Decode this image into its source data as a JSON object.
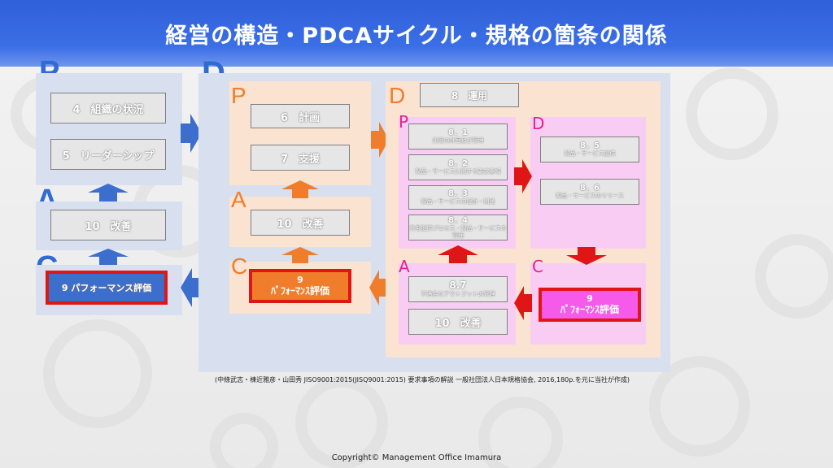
{
  "title": "経営の構造・PDCAサイクル・規格の箇条の関係",
  "left": {
    "p_letter": "P",
    "a_letter": "A",
    "c_letter": "C",
    "p_items": [
      "4　組織の状況",
      "5　リーダーシップ"
    ],
    "a_item": "10　改善",
    "c_item": "9 パフォーマンス評価"
  },
  "middle": {
    "d_letter": "D",
    "p_letter": "P",
    "a_letter": "A",
    "c_letter": "C",
    "p_items": [
      "6　計画",
      "7　支援"
    ],
    "a_item": "10　改善",
    "c_num": "9",
    "c_text": "ﾊﾟﾌｫｰﾏﾝｽ評価"
  },
  "right": {
    "d_letter": "D",
    "header": "8　運用",
    "p_letter": "P",
    "d_letter2": "D",
    "a_letter": "A",
    "c_letter": "C",
    "p_items": [
      {
        "num": "8．1",
        "text": "運用の計画及び管理"
      },
      {
        "num": "8．2",
        "text": "製品・サービスに関する要求事項"
      },
      {
        "num": "8．3",
        "text": "製品・サービスの設計・開発"
      },
      {
        "num": "8．4",
        "text": "外部提供プロセス・製品・サービスの管理"
      }
    ],
    "d_items": [
      {
        "num": "8．5",
        "text": "製品・サービス提供"
      },
      {
        "num": "8．6",
        "text": "製品・サービスのリリース"
      }
    ],
    "a_items": [
      {
        "num": "8.7",
        "text": "不適合なアウトプットの管理"
      },
      {
        "num": "",
        "text": "10　改善"
      }
    ],
    "c_num": "9",
    "c_text": "ﾊﾟﾌｫｰﾏﾝｽ評価"
  },
  "caption": "(中條武志・棟近雅彦・山田秀 JISO9001:2015(JISQ9001:2015) 要求事項の解説 一般社団法人日本規格協会, 2016,180p.を元に当社が作成)",
  "copyright": "Copyright© Management Office Imamura",
  "colors": {
    "blue_letter": "#2f6bd3",
    "orange": "#ef7d2c",
    "pink": "#e91e8c",
    "red": "#e01515",
    "blue_arrow": "#3c6fcd"
  }
}
